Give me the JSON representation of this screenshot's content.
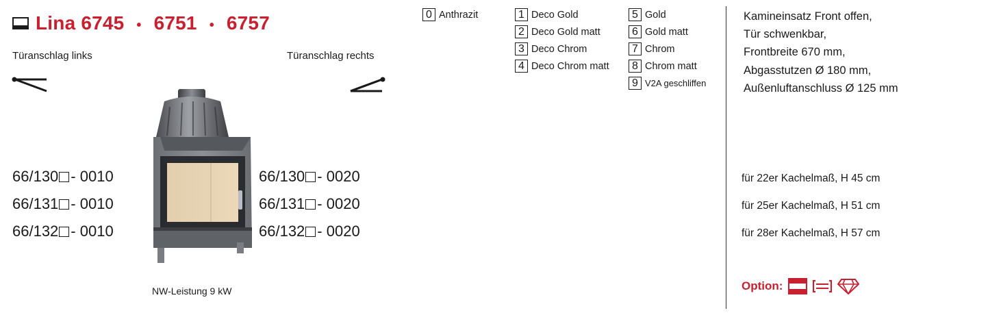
{
  "header": {
    "title_main": "Lina 6745",
    "title_second": "6751",
    "title_third": "6757",
    "separator": "•",
    "icon": "fireplace-front-icon",
    "accent_color": "#c8202f"
  },
  "door_hinge": {
    "left_label": "Türanschlag links",
    "right_label": "Türanschlag rechts",
    "left_icon": "door-swing-left-icon",
    "right_icon": "door-swing-right-icon"
  },
  "article_codes": {
    "left": [
      {
        "prefix": "66/130",
        "suffix": "- 0010"
      },
      {
        "prefix": "66/131",
        "suffix": "- 0010"
      },
      {
        "prefix": "66/132",
        "suffix": "- 0010"
      }
    ],
    "right": [
      {
        "prefix": "66/130",
        "suffix": "- 0020"
      },
      {
        "prefix": "66/131",
        "suffix": "- 0020"
      },
      {
        "prefix": "66/132",
        "suffix": "- 0020"
      }
    ]
  },
  "product_image": {
    "icon": "fireplace-insert-image"
  },
  "power_label": "NW-Leistung 9 kW",
  "finishes": {
    "col1": [
      {
        "num": "0",
        "label": "Anthrazit"
      }
    ],
    "col2": [
      {
        "num": "1",
        "label": "Deco Gold"
      },
      {
        "num": "2",
        "label": "Deco Gold matt"
      },
      {
        "num": "3",
        "label": "Deco Chrom"
      },
      {
        "num": "4",
        "label": "Deco Chrom matt"
      }
    ],
    "col3": [
      {
        "num": "5",
        "label": "Gold"
      },
      {
        "num": "6",
        "label": "Gold matt"
      },
      {
        "num": "7",
        "label": "Chrom"
      },
      {
        "num": "8",
        "label": "Chrom matt"
      },
      {
        "num": "9",
        "label": "V2A geschliffen"
      }
    ]
  },
  "description": [
    "Kamineinsatz Front offen,",
    "Tür schwenkbar,",
    "Frontbreite 670 mm,",
    "Abgasstutzen Ø 180 mm,",
    "Außenluftanschluss Ø 125 mm"
  ],
  "tile_sizes": [
    "für 22er Kachelmaß, H 45 cm",
    "für 25er Kachelmaß, H 51 cm",
    "für 28er Kachelmaß, H 57 cm"
  ],
  "options": {
    "label": "Option:",
    "icons": [
      "frame-red-icon",
      "frame-bracket-icon",
      "diamond-icon"
    ]
  }
}
